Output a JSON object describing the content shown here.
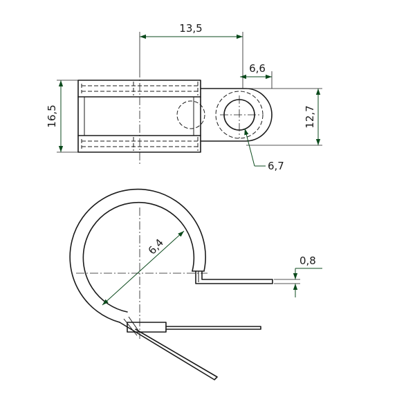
{
  "dimensions": {
    "width_top": "13,5",
    "hole_span": "6,6",
    "height_tab": "12,7",
    "height_total": "16,5",
    "hole_dia": "6,7",
    "inner_radius": "6,4",
    "thickness": "0,8"
  }
}
